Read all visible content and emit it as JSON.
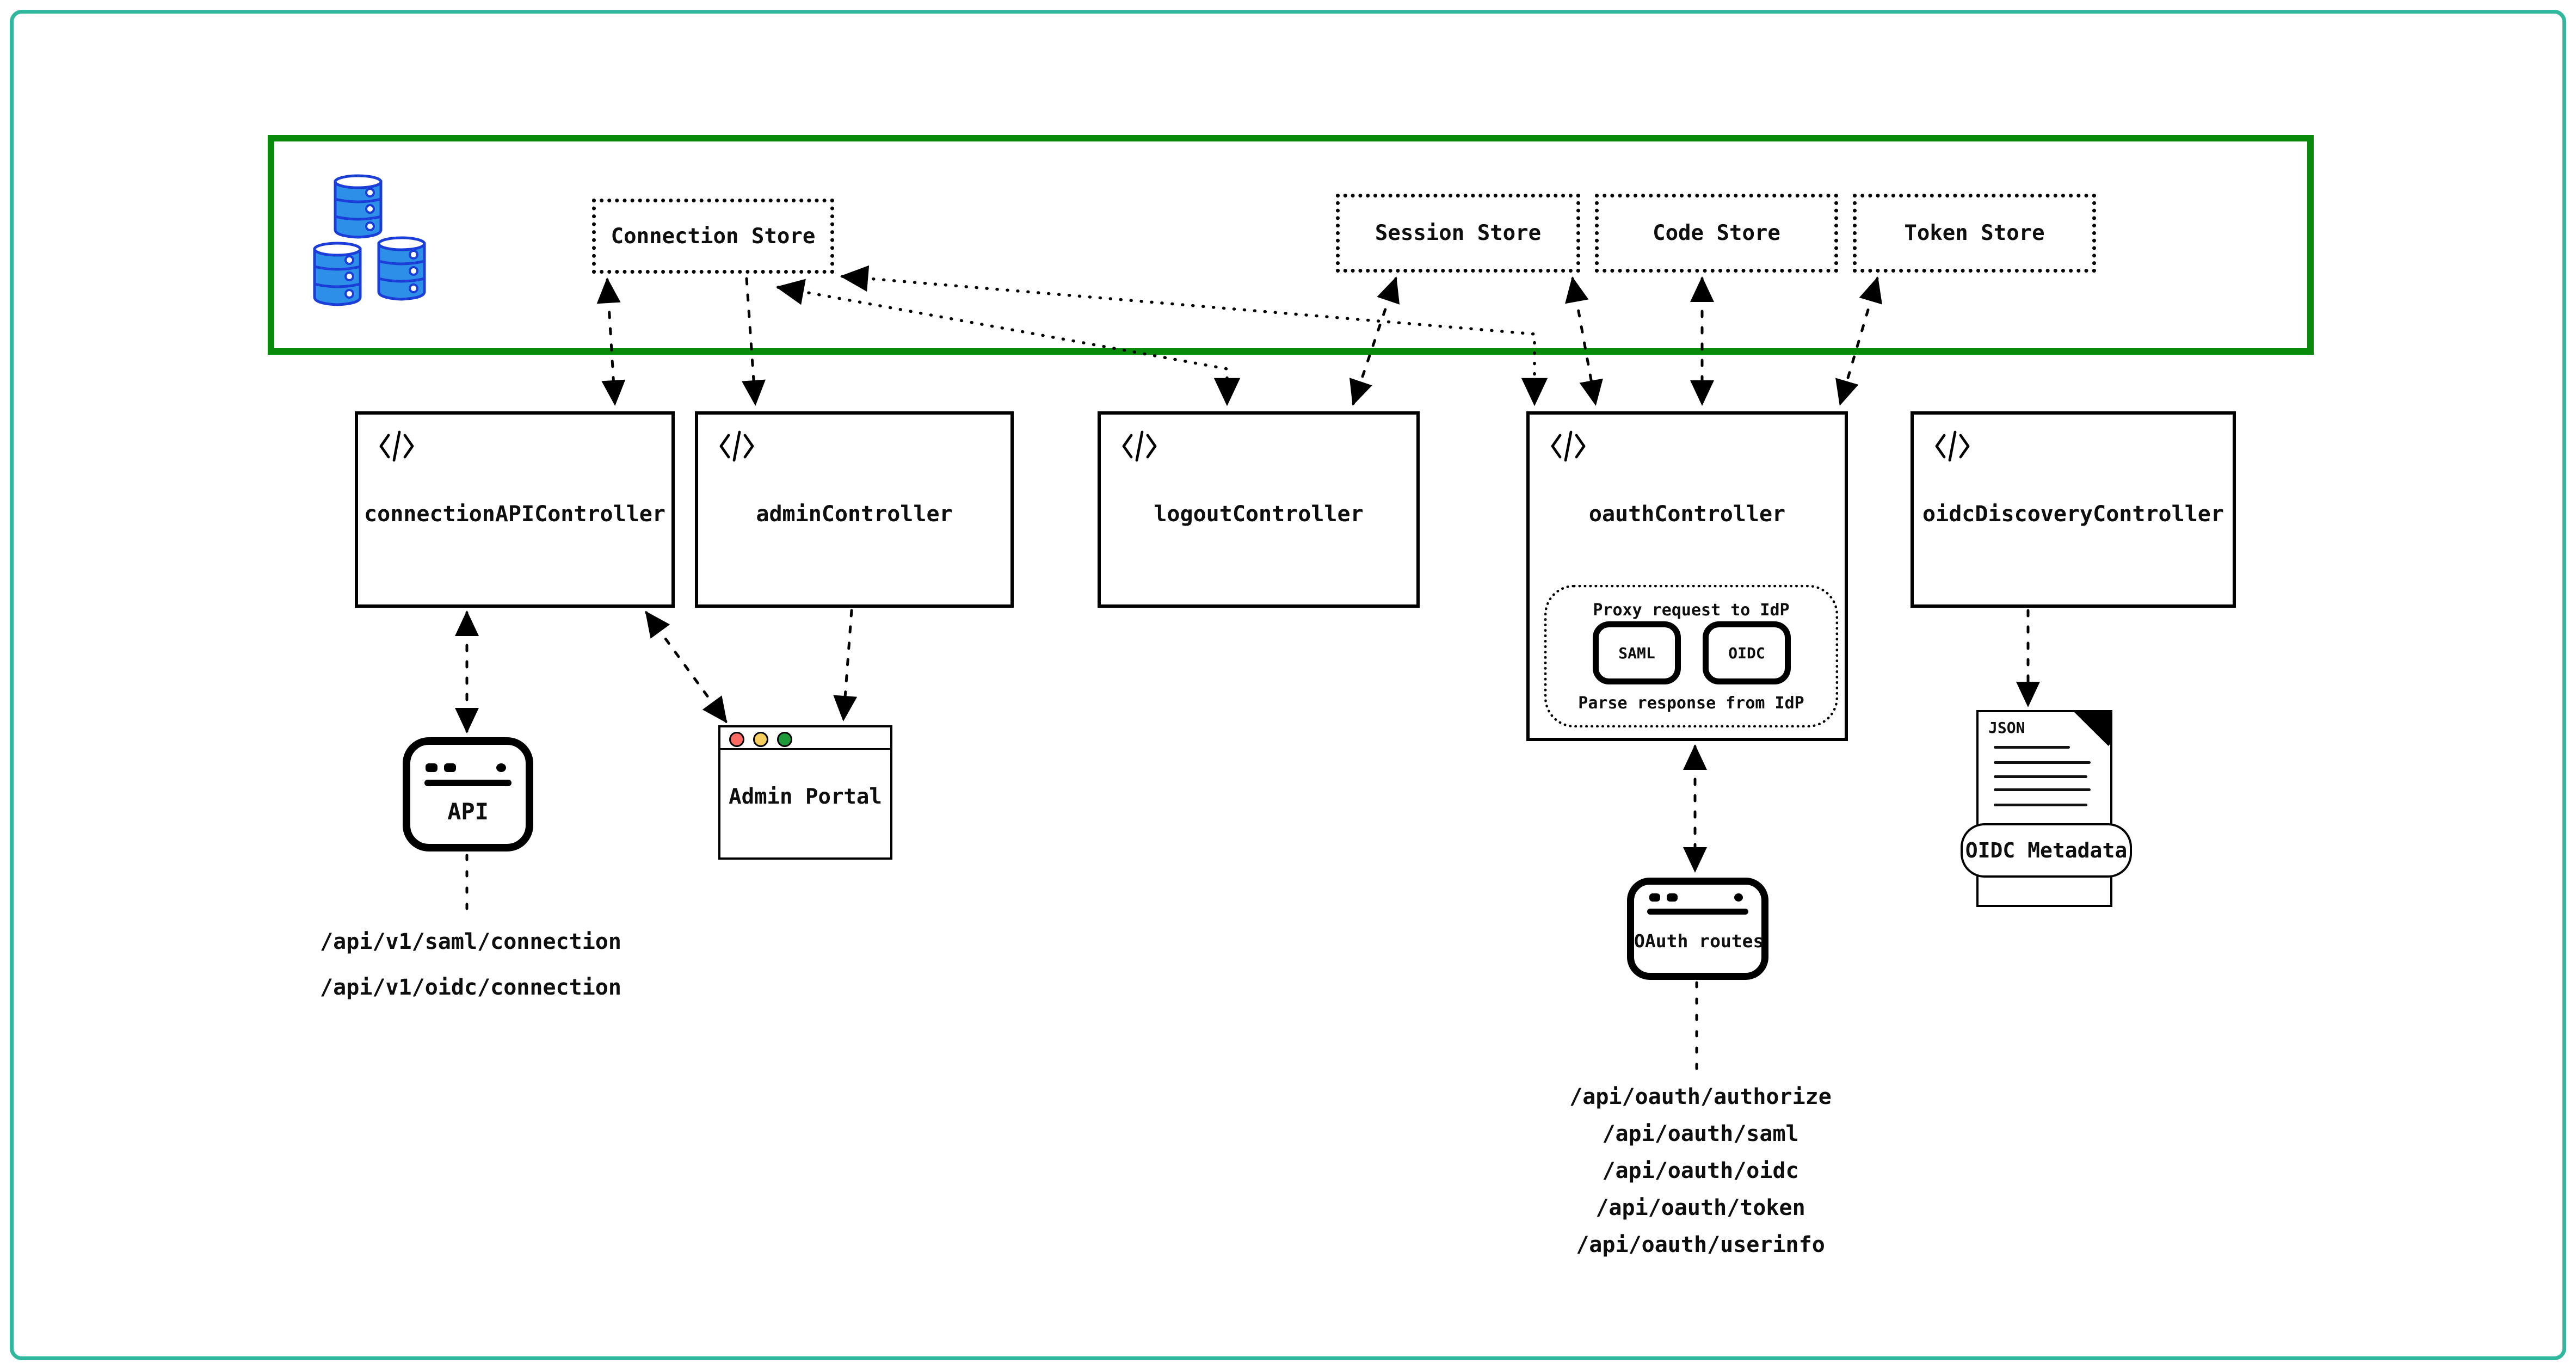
{
  "diagram": {
    "title_hint": "identity service architecture sketch",
    "colors": {
      "frame_teal": "#2fb89e",
      "zone_green": "#0a8a0a",
      "ink": "#000000",
      "barrel_fill": "#2e8fe9",
      "barrel_stroke": "#1b3ed8",
      "traffic_red": "#fb6b63",
      "traffic_yellow": "#f7cf5e",
      "traffic_green": "#1d9b38"
    },
    "icons": {
      "database": "database-barrels-icon",
      "code": "code-slash-icon",
      "browser": "browser-window-icon",
      "document": "json-file-icon"
    },
    "stores": [
      {
        "label": "Connection Store"
      },
      {
        "label": "Session Store"
      },
      {
        "label": "Code Store"
      },
      {
        "label": "Token Store"
      }
    ],
    "controllers": [
      {
        "label": "connectionAPIController"
      },
      {
        "label": "adminController"
      },
      {
        "label": "logoutController"
      },
      {
        "label": "oauthController",
        "proxy": {
          "title": "Proxy request to IdP",
          "protocols": [
            "SAML",
            "OIDC"
          ],
          "footer": "Parse response from IdP"
        }
      },
      {
        "label": "oidcDiscoveryController"
      }
    ],
    "clients": {
      "api": {
        "label": "API"
      },
      "admin_portal": {
        "label": "Admin Portal"
      },
      "oauth_routes": {
        "label": "OAuth routes"
      }
    },
    "endpoints": {
      "connection_api": [
        "/api/v1/saml/connection",
        "/api/v1/oidc/connection"
      ],
      "oauth": [
        "/api/oauth/authorize",
        "/api/oauth/saml",
        "/api/oauth/oidc",
        "/api/oauth/token",
        "/api/oauth/userinfo"
      ]
    },
    "document": {
      "file_type": "JSON",
      "badge": "OIDC Metadata"
    }
  }
}
